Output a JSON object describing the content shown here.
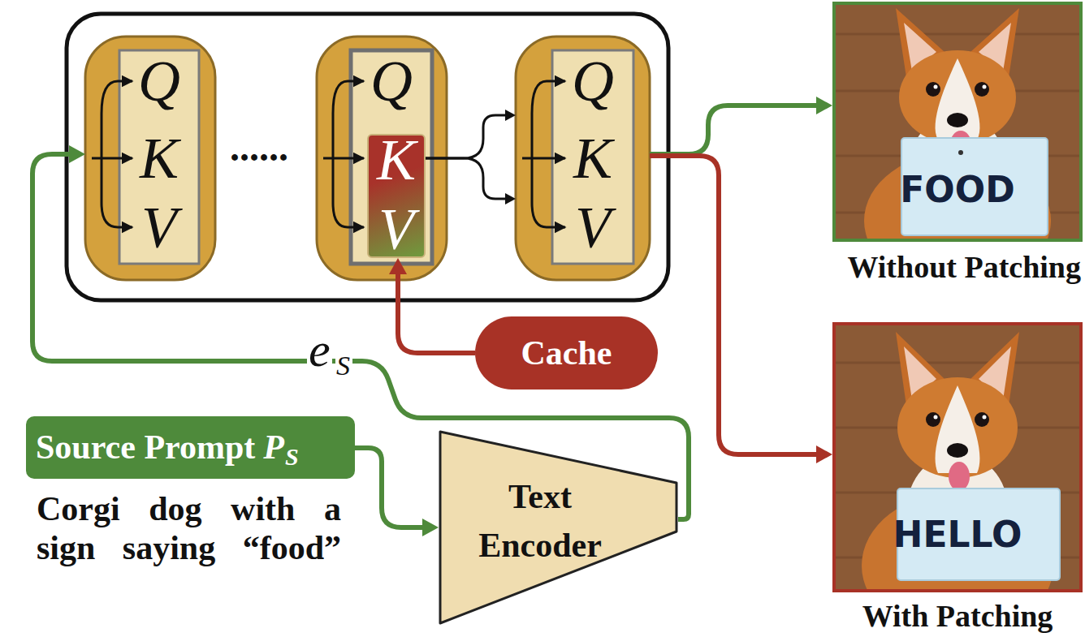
{
  "diagram": {
    "nodes": [
      {
        "text": [
          "Q",
          "K",
          "V"
        ]
      },
      {
        "text": [
          "Q"
        ]
      },
      {
        "text": [
          "K",
          "V"
        ],
        "in": 1
      },
      {
        "text": [
          "Q",
          "K",
          "V"
        ]
      },
      {
        "text": [
          "Cache"
        ]
      },
      {
        "text": [
          "Source Prompt",
          "P",
          "S",
          "Corgi dog with a sign saying “food”"
        ]
      },
      {
        "text": [
          "Text Encoder"
        ]
      },
      {
        "text": [
          "FOOD",
          "Without Patching"
        ]
      },
      {
        "text": [
          "HELLO",
          "With Patching"
        ]
      }
    ],
    "edges": [
      {
        "from": 5,
        "to": 6,
        "arrow": "to"
      },
      {
        "from": 6,
        "to": 0,
        "arrow": "to",
        "label": "e"
      },
      {
        "from": 4,
        "to": 2,
        "arrow": "to"
      },
      {
        "from": 2,
        "to": 3,
        "arrow": "to"
      },
      {
        "from": 3,
        "to": 7,
        "arrow": "to"
      },
      {
        "from": 3,
        "to": 8,
        "arrow": "to"
      }
    ],
    "labels": [
      "......",
      "S"
    ]
  }
}
